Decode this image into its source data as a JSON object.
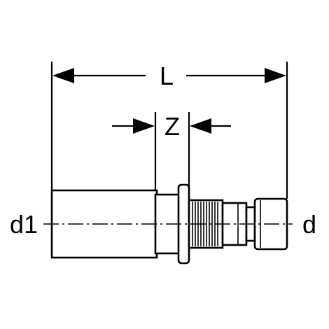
{
  "diagram": {
    "labels": {
      "length": "L",
      "insertion": "Z",
      "diameter_left": "d1",
      "diameter_right": "d"
    }
  }
}
